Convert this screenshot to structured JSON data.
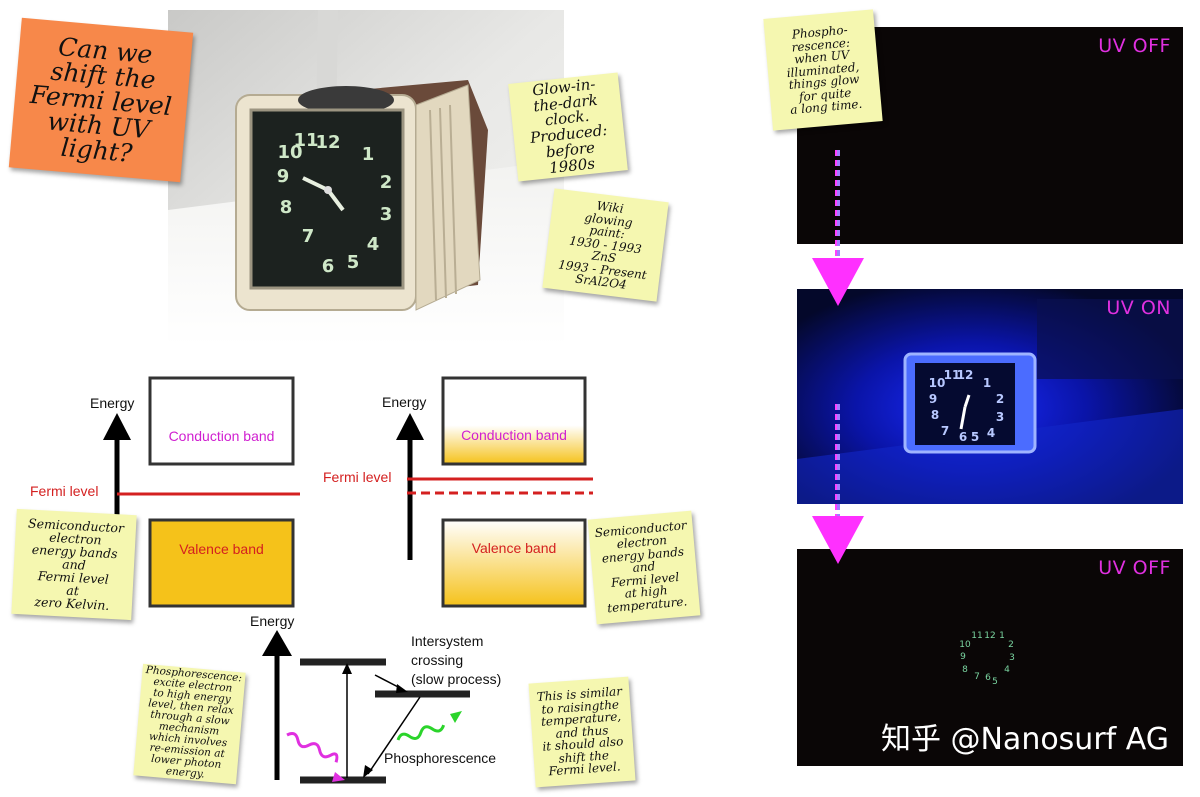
{
  "notes": {
    "question": [
      "Can we",
      "shift the",
      "Fermi level",
      "with UV",
      "light?"
    ],
    "clock": [
      "Glow-in-",
      "the-dark",
      "clock.",
      "Produced:",
      "before",
      "1980s"
    ],
    "wiki": [
      "Wiki",
      "glowing",
      "paint:",
      "1930 - 1993",
      "ZnS",
      "1993 - Present",
      "SrAl2O4"
    ],
    "phosphorescence_top": [
      "Phospho-",
      "rescence:",
      "when UV",
      "illuminated,",
      "things glow",
      "for quite",
      "a long time."
    ],
    "semiconductor_zero": [
      "Semiconductor",
      "electron",
      "energy bands",
      "and",
      "Fermi level",
      "at",
      "zero Kelvin."
    ],
    "semiconductor_high": [
      "Semiconductor",
      "electron",
      "energy bands",
      "and",
      "Fermi level",
      "at high",
      "temperature."
    ],
    "phosphorescence_bottom": [
      "Phosphorescence:",
      "excite electron",
      "to high energy",
      "level, then relax",
      "through a slow",
      "mechanism",
      "which involves",
      "re-emission at",
      "lower photon",
      "energy."
    ],
    "similar": [
      "This is similar",
      "to raisingthe",
      "temperature,",
      "and thus",
      "it should also",
      "shift the",
      "Fermi level."
    ]
  },
  "diagram_left": {
    "energy_label": "Energy",
    "conduction_label": "Conduction band",
    "valence_label": "Valence band",
    "fermi_label": "Fermi level"
  },
  "diagram_right": {
    "energy_label": "Energy",
    "conduction_label": "Conduction band",
    "valence_label": "Valence band",
    "fermi_label": "Fermi level"
  },
  "diagram_bottom": {
    "energy_label": "Energy",
    "isc_line1": "Intersystem",
    "isc_line2": "crossing",
    "isc_line3": "(slow process)",
    "phosphorescence_label": "Phosphorescence"
  },
  "panels": {
    "uv_off_1": "UV OFF",
    "uv_on": "UV ON",
    "uv_off_2": "UV OFF"
  },
  "clock_numbers": [
    "12",
    "1",
    "2",
    "3",
    "4",
    "5",
    "6",
    "7",
    "8",
    "9",
    "10",
    "11"
  ],
  "watermark": "知乎 @Nanosurf AG",
  "colors": {
    "note_yellow": "#f5f7b0",
    "note_orange": "#f7884a",
    "fermi_red": "#d42020",
    "conduction_magenta": "#d020d0",
    "uv_label": "#e030e0",
    "valence_gold": "#f5c21a",
    "arrow_magenta": "#ff30ff"
  }
}
